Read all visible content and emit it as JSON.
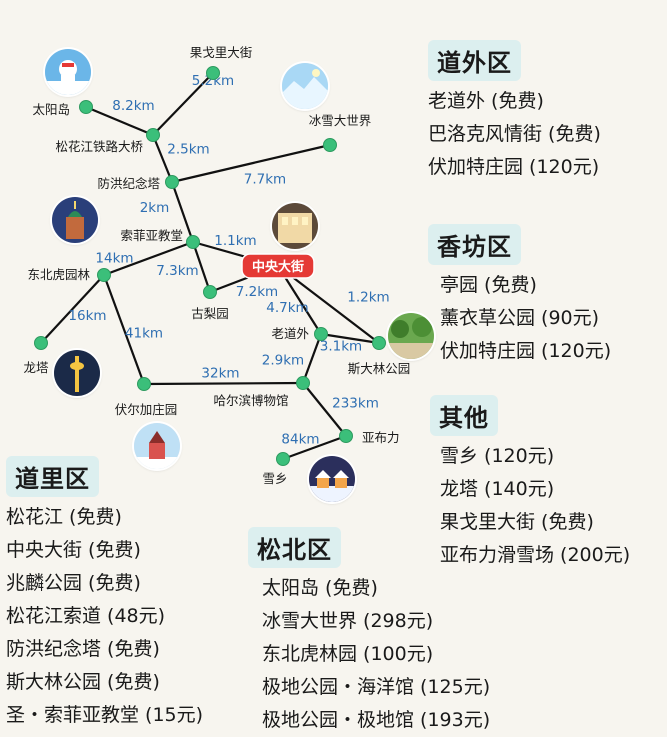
{
  "colors": {
    "accent": "#e53935",
    "node": "#3bbf7a",
    "edge": "#111111",
    "distance_text": "#2f6fb2",
    "title_bg": "#dcefef"
  },
  "center": "中央大街",
  "nodes": [
    {
      "id": "taiyangdao",
      "label": "太阳岛"
    },
    {
      "id": "guogeli",
      "label": "果戈里大街"
    },
    {
      "id": "bingxue",
      "label": "冰雪大世界"
    },
    {
      "id": "songhua_bridge",
      "label": "松花江铁路大桥"
    },
    {
      "id": "fanghong",
      "label": "防洪纪念塔"
    },
    {
      "id": "sophia",
      "label": "索菲亚教堂"
    },
    {
      "id": "tiger",
      "label": "东北虎园林"
    },
    {
      "id": "zhongyang",
      "label": "中央大街"
    },
    {
      "id": "guli",
      "label": "古梨园"
    },
    {
      "id": "laodaowai",
      "label": "老道外"
    },
    {
      "id": "stalin",
      "label": "斯大林公园"
    },
    {
      "id": "longta",
      "label": "龙塔"
    },
    {
      "id": "volga",
      "label": "伏尔加庄园"
    },
    {
      "id": "museum",
      "label": "哈尔滨博物馆"
    },
    {
      "id": "yabuli",
      "label": "亚布力"
    },
    {
      "id": "xuexiang",
      "label": "雪乡"
    }
  ],
  "edges": [
    {
      "from": "taiyangdao",
      "to": "songhua_bridge",
      "distance": "8.2km"
    },
    {
      "from": "guogeli",
      "to": "songhua_bridge",
      "distance": "5.2km"
    },
    {
      "from": "songhua_bridge",
      "to": "fanghong",
      "distance": "2.5km"
    },
    {
      "from": "fanghong",
      "to": "bingxue",
      "distance": "7.7km"
    },
    {
      "from": "fanghong",
      "to": "sophia",
      "distance": "2km"
    },
    {
      "from": "sophia",
      "to": "zhongyang",
      "distance": "1.1km"
    },
    {
      "from": "sophia",
      "to": "tiger",
      "distance": "14km"
    },
    {
      "from": "sophia",
      "to": "guli",
      "distance": "7.3km"
    },
    {
      "from": "zhongyang",
      "to": "guli",
      "distance": "7.2km"
    },
    {
      "from": "zhongyang",
      "to": "laodaowai",
      "distance": "4.7km"
    },
    {
      "from": "zhongyang",
      "to": "stalin",
      "distance": "1.2km"
    },
    {
      "from": "tiger",
      "to": "longta",
      "distance": "16km"
    },
    {
      "from": "tiger",
      "to": "volga",
      "distance": "41km"
    },
    {
      "from": "laodaowai",
      "to": "stalin",
      "distance": "3.1km"
    },
    {
      "from": "laodaowai",
      "to": "museum",
      "distance": "2.9km"
    },
    {
      "from": "volga",
      "to": "museum",
      "distance": "32km"
    },
    {
      "from": "museum",
      "to": "yabuli",
      "distance": "233km"
    },
    {
      "from": "yabuli",
      "to": "xuexiang",
      "distance": "84km"
    }
  ],
  "districts": [
    {
      "title": "道外区",
      "items": [
        "老道外 (免费)",
        "巴洛克风情街  (免费)",
        "伏加特庄园  (120元)"
      ]
    },
    {
      "title": "香坊区",
      "items": [
        "亭园  (免费)",
        "薰衣草公园 (90元)",
        "伏加特庄园 (120元)"
      ]
    },
    {
      "title": "其他",
      "items": [
        "雪乡   (120元)",
        "龙塔   (140元)",
        "果戈里大街  (免费)",
        "亚布力滑雪场 (200元)"
      ]
    },
    {
      "title": "道里区",
      "items": [
        "松花江  (免费)",
        "中央大街 (免费)",
        "兆麟公园  (免费)",
        "松花江索道 (48元)",
        "防洪纪念塔  (免费)",
        "斯大林公园  (免费)",
        "圣・索菲亚教堂 (15元)"
      ]
    },
    {
      "title": "松北区",
      "items": [
        "太阳岛  (免费)",
        "冰雪大世界  (298元)",
        "东北虎林园  (100元)",
        "极地公园・海洋馆  (125元)",
        "极地公园・极地馆  (193元)"
      ]
    }
  ]
}
